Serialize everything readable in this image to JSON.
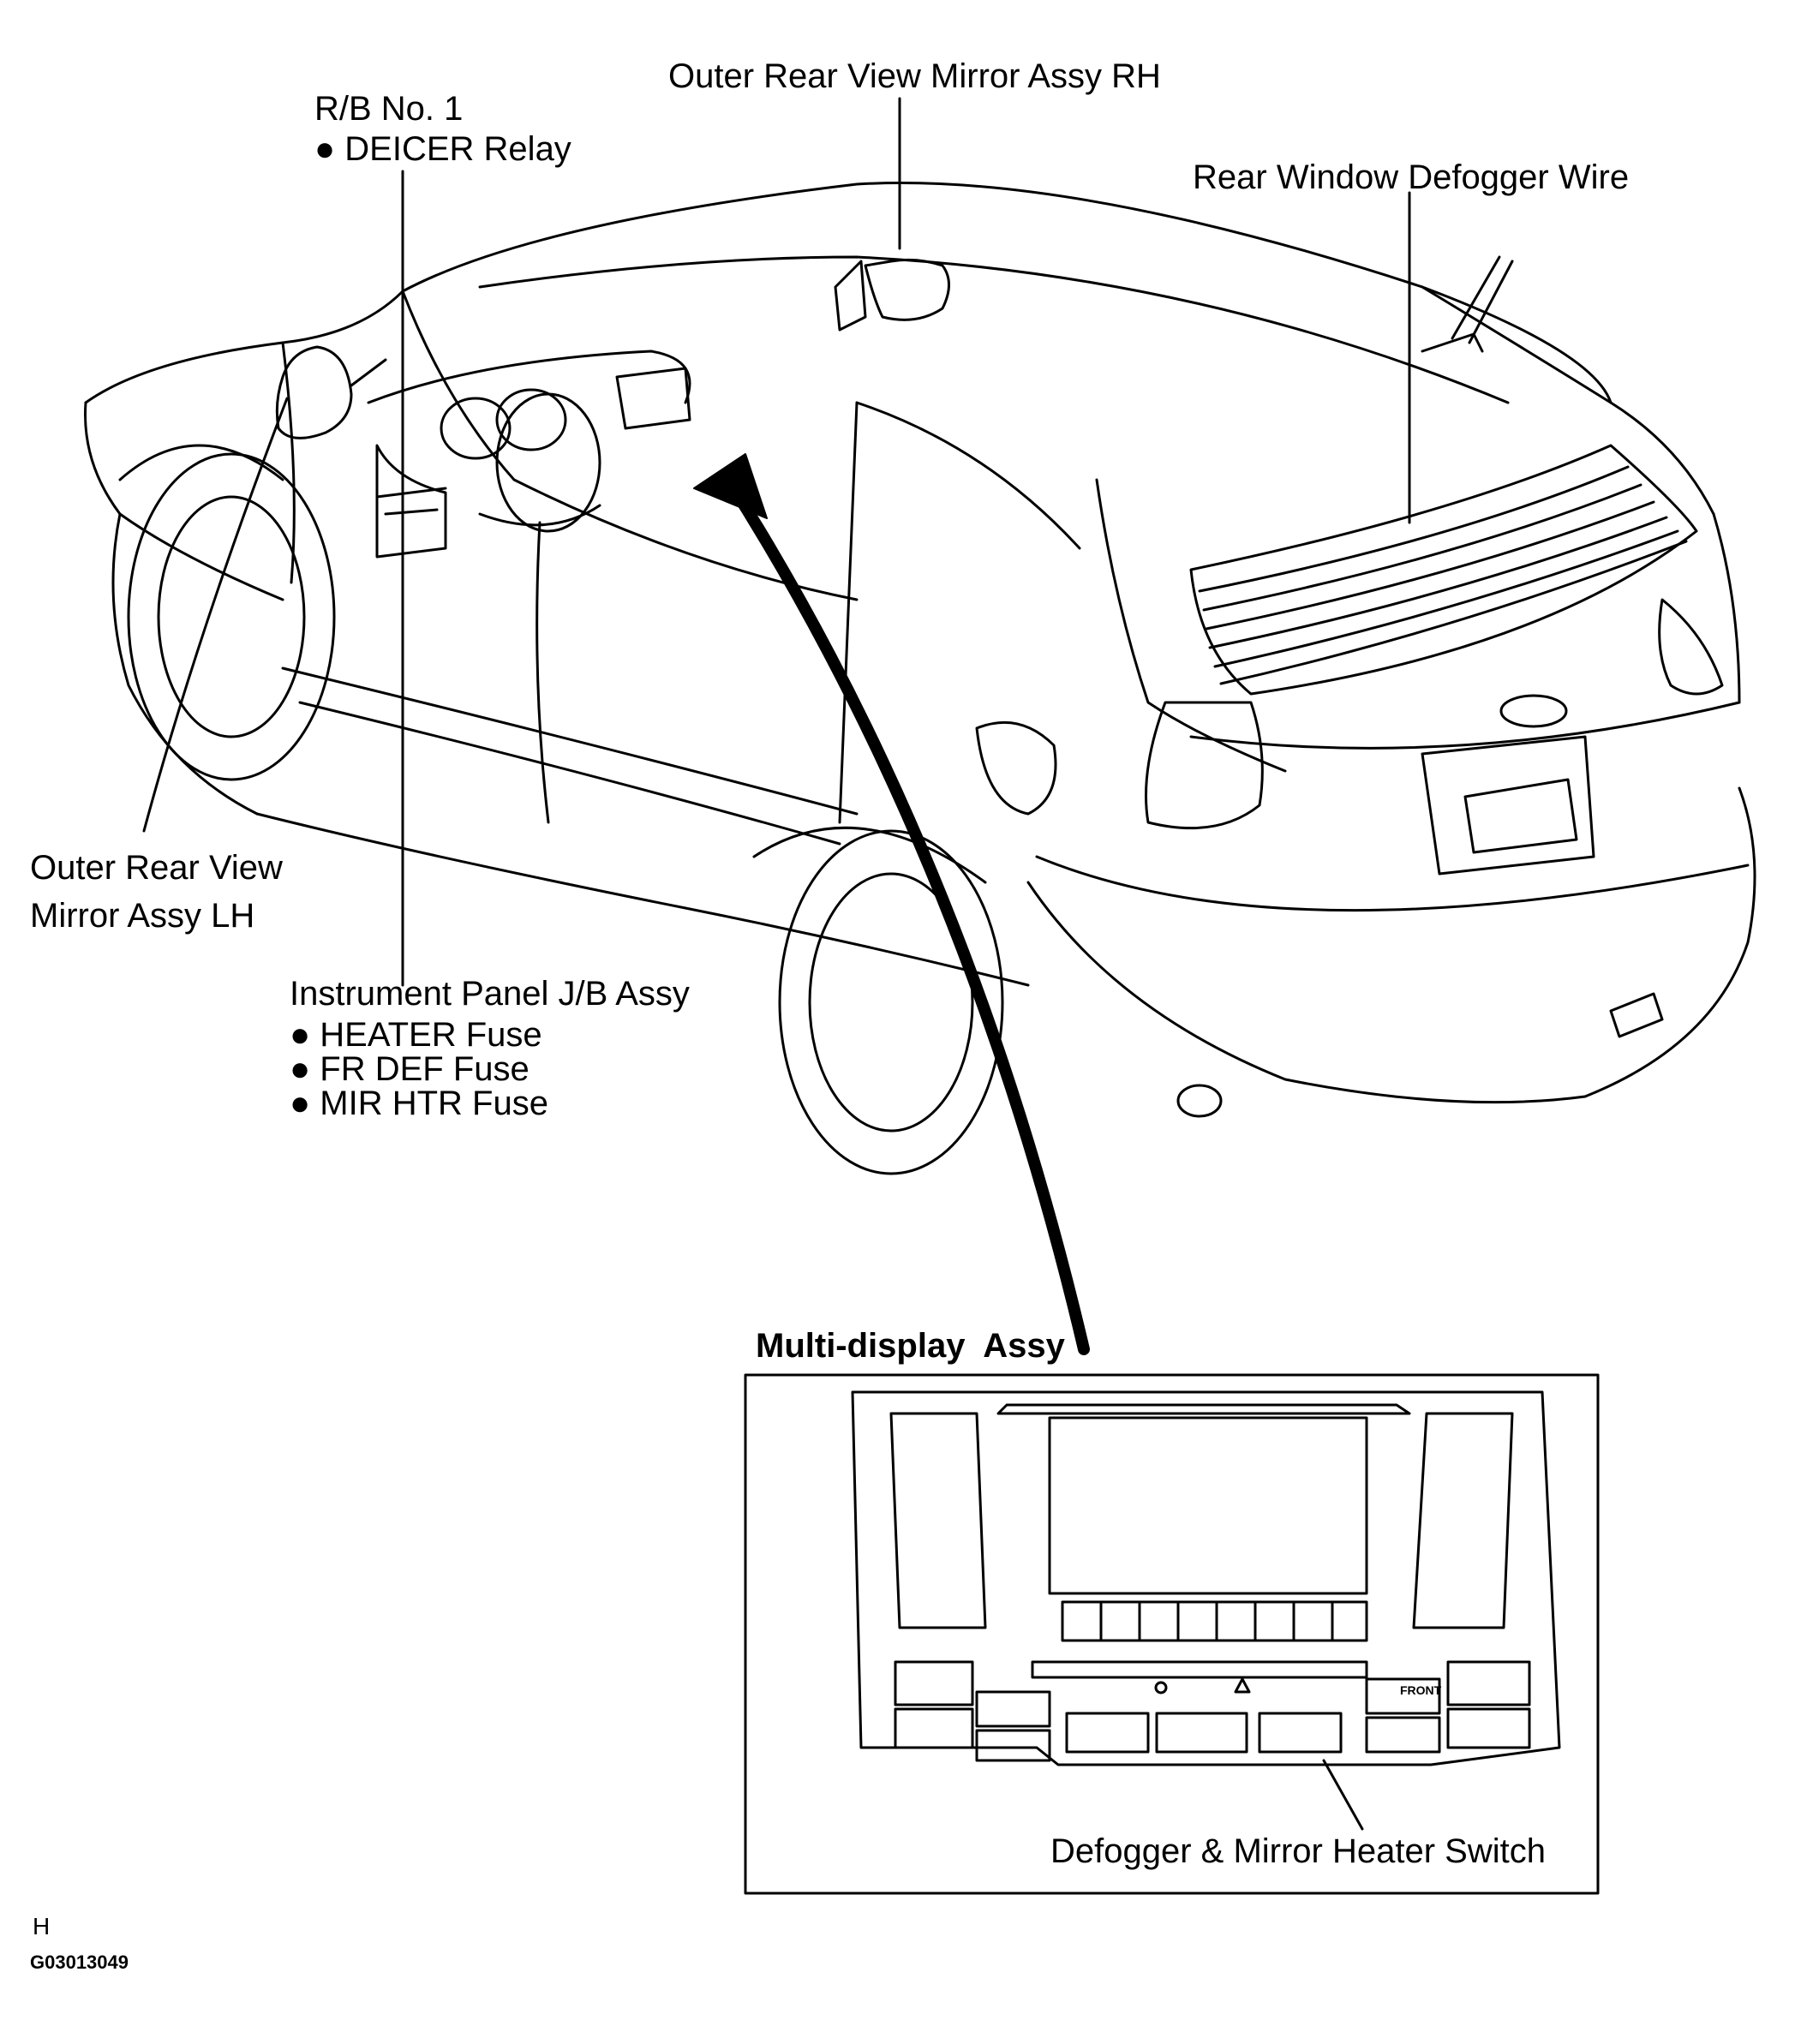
{
  "labels": {
    "rb_title": "R/B No. 1",
    "rb_item": "DEICER Relay",
    "mirror_rh": "Outer Rear View Mirror Assy RH",
    "defogger_wire": "Rear Window Defogger Wire",
    "mirror_lh_line1": "Outer Rear View",
    "mirror_lh_line2": "Mirror Assy LH",
    "jb_title": "Instrument Panel J/B Assy",
    "jb_items": [
      "HEATER Fuse",
      "FR DEF Fuse",
      "MIR HTR Fuse"
    ],
    "multi_display": "Multi-display  Assy",
    "switch": "Defogger & Mirror Heater Switch",
    "panel_front": "FRONT",
    "corner_letter": "H",
    "figure_code": "G03013049"
  },
  "bullet_glyph": "●",
  "colors": {
    "ink": "#000000",
    "paper": "#ffffff"
  }
}
